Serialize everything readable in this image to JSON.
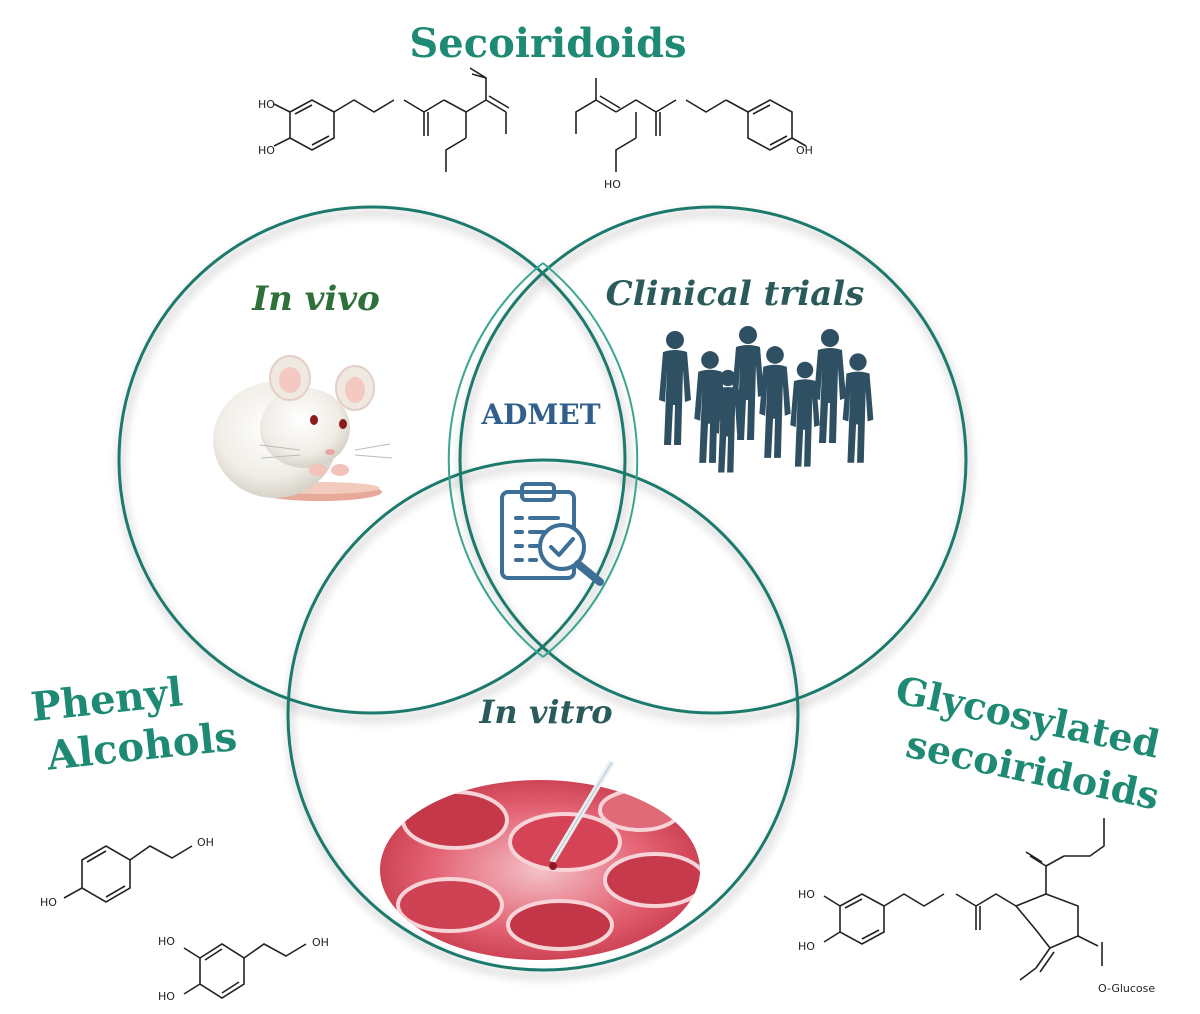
{
  "labels": {
    "secoiridoids": "Secoiridoids",
    "in_vivo": "In vivo",
    "clinical_trials": "Clinical trials",
    "admet": "ADMET",
    "in_vitro": "In vitro",
    "phenyl": "Phenyl",
    "alcohols": "Alcohols",
    "glycosylated": "Glycosylated",
    "secoiridoids_lower": "secoiridoids"
  },
  "chem_labels": {
    "ho": "HO",
    "oh": "OH",
    "o_glucose": "O-Glucose"
  },
  "colors": {
    "teal_title": "#1e8a74",
    "in_vivo_green": "#2e6f3a",
    "clinical_teal": "#2a5a5a",
    "admet_blue": "#2f5f8a",
    "icon_blue": "#3e6f97",
    "human_silhouette": "#2f4f63",
    "circle_stroke": "#1f7a6c",
    "inner_stroke": "#3aa690"
  },
  "icons": {
    "mouse": "mouse-icon",
    "people": "people-silhouettes-icon",
    "clipboard": "clipboard-check-icon",
    "petri": "culture-plate-icon"
  }
}
